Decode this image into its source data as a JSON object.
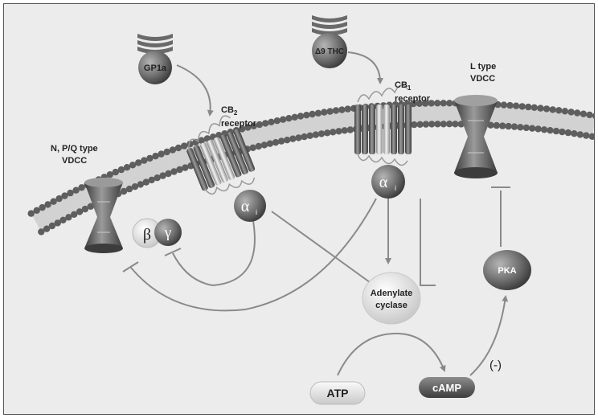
{
  "ligands": {
    "gp1a": "GP1a",
    "thc": "Δ9 THC"
  },
  "receptors": {
    "cb2": {
      "name": "CB",
      "sub": "2",
      "suffix": "receptor"
    },
    "cb1": {
      "name": "CB",
      "sub": "1",
      "suffix": "receptor"
    }
  },
  "channels": {
    "npq": {
      "line1": "N, P/Q type",
      "line2": "VDCC"
    },
    "l": {
      "line1": "L type",
      "line2": "VDCC"
    }
  },
  "proteins": {
    "alpha_cb2": {
      "symbol": "α",
      "sub": "i"
    },
    "alpha_cb1": {
      "symbol": "α",
      "sub": "i"
    },
    "beta": "β",
    "gamma": "γ"
  },
  "enzyme": {
    "line1": "Adenylate",
    "line2": "cyclase"
  },
  "metabolites": {
    "atp": "ATP",
    "camp": "cAMP",
    "pka": "PKA"
  },
  "annotation": "(-)"
}
